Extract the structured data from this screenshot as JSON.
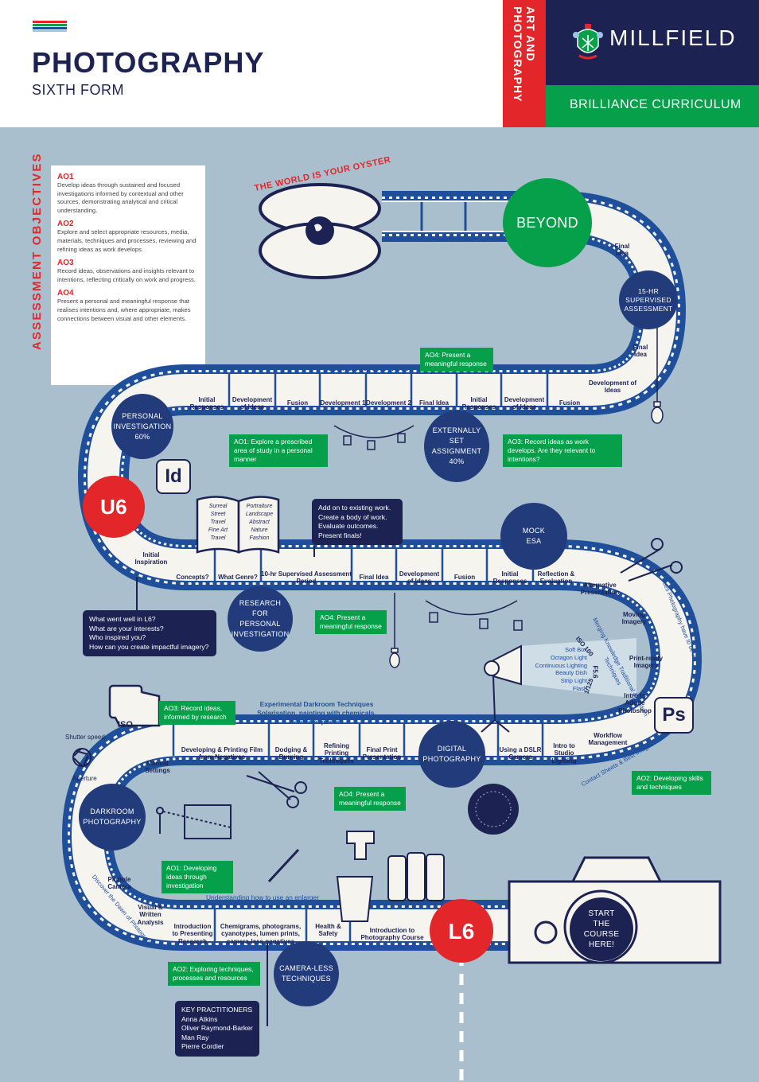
{
  "header": {
    "title": "PHOTOGRAPHY",
    "subtitle": "SIXTH FORM",
    "stripe_colors": [
      "#e3262a",
      "#06a04b",
      "#1f4f9b",
      "#9cc3e6"
    ],
    "side_tab": "ART AND\nPHOTOGRAPHY",
    "brand": "MILLFIELD",
    "curriculum": "BRILLIANCE CURRICULUM"
  },
  "colors": {
    "navy": "#1c2352",
    "red": "#e3262a",
    "green": "#06a04b",
    "film_blue": "#1f4f9b",
    "background": "#a9bfcd",
    "frame": "#f6f4ef"
  },
  "assessment_objectives": {
    "heading": "ASSESSMENT OBJECTIVES",
    "items": [
      {
        "code": "AO1",
        "text": "Develop ideas through sustained and focused investigations informed by contextual and other sources, demonstrating analytical and critical understanding."
      },
      {
        "code": "AO2",
        "text": "Explore and select appropriate resources, media, materials, techniques and processes, reviewing and refining ideas as work develops."
      },
      {
        "code": "AO3",
        "text": "Record ideas, observations and insights relevant to intentions, reflecting critically on work and progress."
      },
      {
        "code": "AO4",
        "text": "Present a personal and meaningful response that realises intentions and, where appropriate, makes connections between visual and other elements."
      }
    ]
  },
  "oyster_caption": "THE WORLD IS YOUR OYSTER",
  "milestones": {
    "beyond": "BEYOND",
    "supervised": "15-HR SUPERVISED ASSESSMENT",
    "personal_investigation": "PERSONAL INVESTIGATION 60%",
    "externally_set": "EXTERNALLY SET ASSIGNMENT 40%",
    "u6": "U6",
    "mock": "MOCK ESA",
    "research": "RESEARCH FOR PERSONAL INVESTIGATION",
    "digital": "DIGITAL PHOTOGRAPHY",
    "darkroom": "DARKROOM PHOTOGRAPHY",
    "cameraless": "CAMERA-LESS TECHNIQUES",
    "l6": "L6",
    "start": "START THE COURSE HERE!"
  },
  "frames": {
    "right_top": [
      "Final Idea",
      "Final Idea",
      "Development of Ideas"
    ],
    "row1": [
      "Initial Responses",
      "Development of Ideas",
      "Fusion",
      "Development 1",
      "Development 2",
      "Final Idea",
      "Initial Responses",
      "Development of Ideas",
      "Fusion"
    ],
    "left_u6": [
      "Initial Inspiration"
    ],
    "row2": [
      "Concepts?",
      "What Genre?",
      "10-hr Supervised Assessment Period",
      "Final Idea",
      "Development of Ideas",
      "Fusion",
      "Initial Responses",
      "Reflection & Evaluation"
    ],
    "right_mid": [
      "Alternative Presentation",
      "Moving Imagery",
      "Print-ready Imagery",
      "Intro to Adobe Photoshop",
      "Workflow Management"
    ],
    "row3": [
      "Manual Settings",
      "Developing & Printing Film from Negatives",
      "Dodging & Burning",
      "Refining Printing Techniques",
      "Final Print Presentation",
      "Using a DSLR Camera",
      "Intro to Studio Lighting"
    ],
    "left_bottom": [
      "Pinhole Camera",
      "Visual & Written Analysis"
    ],
    "row4": [
      "Introduction to Presenting Research",
      "Chemigrams, photograms, cyanotypes, lumen prints, camera-less negatives",
      "Health & Safety",
      "Introduction to Photography Course"
    ]
  },
  "callouts": {
    "essay": "ESSAY 1000 to 3000-words",
    "ao4_top": "AO4: Present a meaningful response",
    "ao1_prescribed": "AO1: Explore a prescribed area of study in a personal manner",
    "ao3_record": "AO3: Record ideas as work develops. Are they relevant to intentions?",
    "add_on": [
      "Add on to existing work.",
      "Create a body of work.",
      "Evaluate outcomes.",
      "Present finals!"
    ],
    "questions": [
      "What went well in L6?",
      "What are your interests?",
      "Who inspired you?",
      "How can you create impactful imagery?"
    ],
    "ao4_mid": "AO4: Present a meaningful response",
    "merging": "Merging Knowledge Traditional & Modern Techniques",
    "does_2d": "Does Photography have to be 2D?",
    "contact_sheets": "Contact Sheets & Best Images",
    "ao2_skills": "AO2: Developing skills and techniques",
    "lighting": [
      "Soft Box",
      "Octagon Light",
      "Continuous Lighting",
      "Beauty Dish",
      "Strip Light",
      "Flash"
    ],
    "iso100": "ISO 100",
    "f56": "F5.6",
    "shutter": "1/125",
    "ao3_research": "AO3: Record ideas, informed by research",
    "experimental": "Experimental Darkroom Techniques Solarisation, painting with chemicals, double exposure",
    "ao4_low": "AO4: Present a meaningful response",
    "shutter_speed": "Shutter speed",
    "aperture": "Aperture",
    "ao1_investigation": "AO1: Developing ideas through investigation",
    "enlarger": "Understanding how to use an enlarger",
    "dawn": "Discover the Dawn of Photography",
    "ao2_exploring": "AO2: Exploring techniques, processes and resources",
    "practitioners_title": "KEY PRACTITIONERS",
    "practitioners": [
      "Anna Atkins",
      "Oliver Raymond-Barker",
      "Man Ray",
      "Pierre Cordier"
    ]
  },
  "book": {
    "left": [
      "Surreal",
      "Street",
      "Travel",
      "Fine Art",
      "Travel"
    ],
    "right": [
      "Portraiture",
      "Landscape",
      "Abstract",
      "Nature",
      "Fashion"
    ]
  },
  "stickers": {
    "indesign": "Id",
    "photoshop": "Ps",
    "film_iso": "ISO"
  }
}
